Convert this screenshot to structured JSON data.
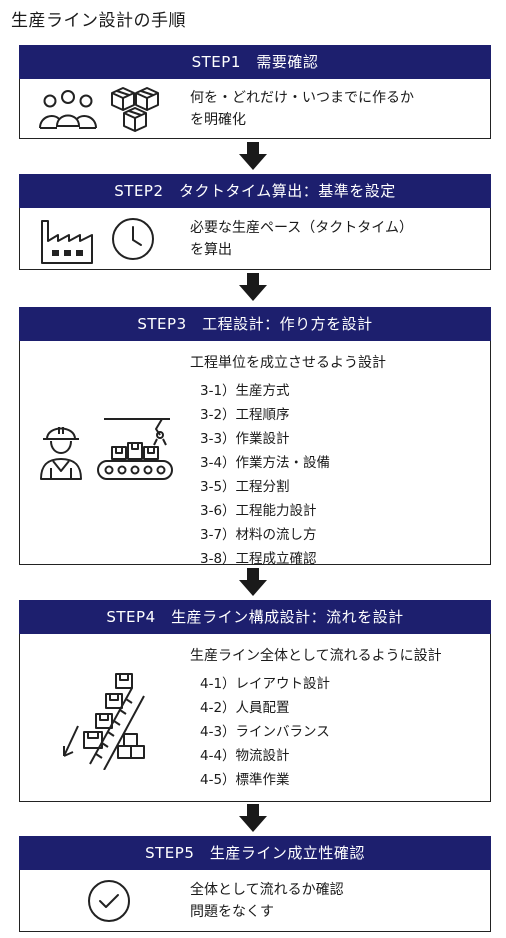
{
  "title": "生産ライン設計の手順",
  "steps": [
    {
      "header": "STEP1　需要確認",
      "desc": [
        "何を・どれだけ・いつまでに作るか",
        "を明確化"
      ]
    },
    {
      "header": "STEP2　タクトタイム算出：基準を設定",
      "desc": [
        "必要な生産ペース（タクトタイム）",
        "を算出"
      ]
    },
    {
      "header": "STEP3　工程設計：作り方を設計",
      "lead": "工程単位を成立させるよう設計",
      "items": [
        "3-1）生産方式",
        "3-2）工程順序",
        "3-3）作業設計",
        "3-4）作業方法・設備",
        "3-5）工程分割",
        "3-6）工程能力設計",
        "3-7）材料の流し方",
        "3-8）工程成立確認"
      ]
    },
    {
      "header": "STEP4　生産ライン構成設計：流れを設計",
      "lead": "生産ライン全体として流れるように設計",
      "items": [
        "4-1）レイアウト設計",
        "4-2）人員配置",
        "4-3）ラインバランス",
        "4-4）物流設計",
        "4-5）標準作業"
      ]
    },
    {
      "header": "STEP5　生産ライン成立性確認",
      "desc": [
        "全体として流れるか確認",
        "問題をなくす"
      ]
    }
  ],
  "icons": {
    "step1": [
      "people-group-icon",
      "boxes-icon"
    ],
    "step2": [
      "factory-icon",
      "clock-icon"
    ],
    "step3": [
      "worker-helmet-icon",
      "conveyor-robot-icon"
    ],
    "step4": [
      "conveyor-boxes-icon"
    ],
    "step5": [
      "check-circle-icon"
    ]
  },
  "colors": {
    "header_bg": "#1d1f6e",
    "header_text": "#ffffff",
    "arrow": "#1a1a1a"
  }
}
